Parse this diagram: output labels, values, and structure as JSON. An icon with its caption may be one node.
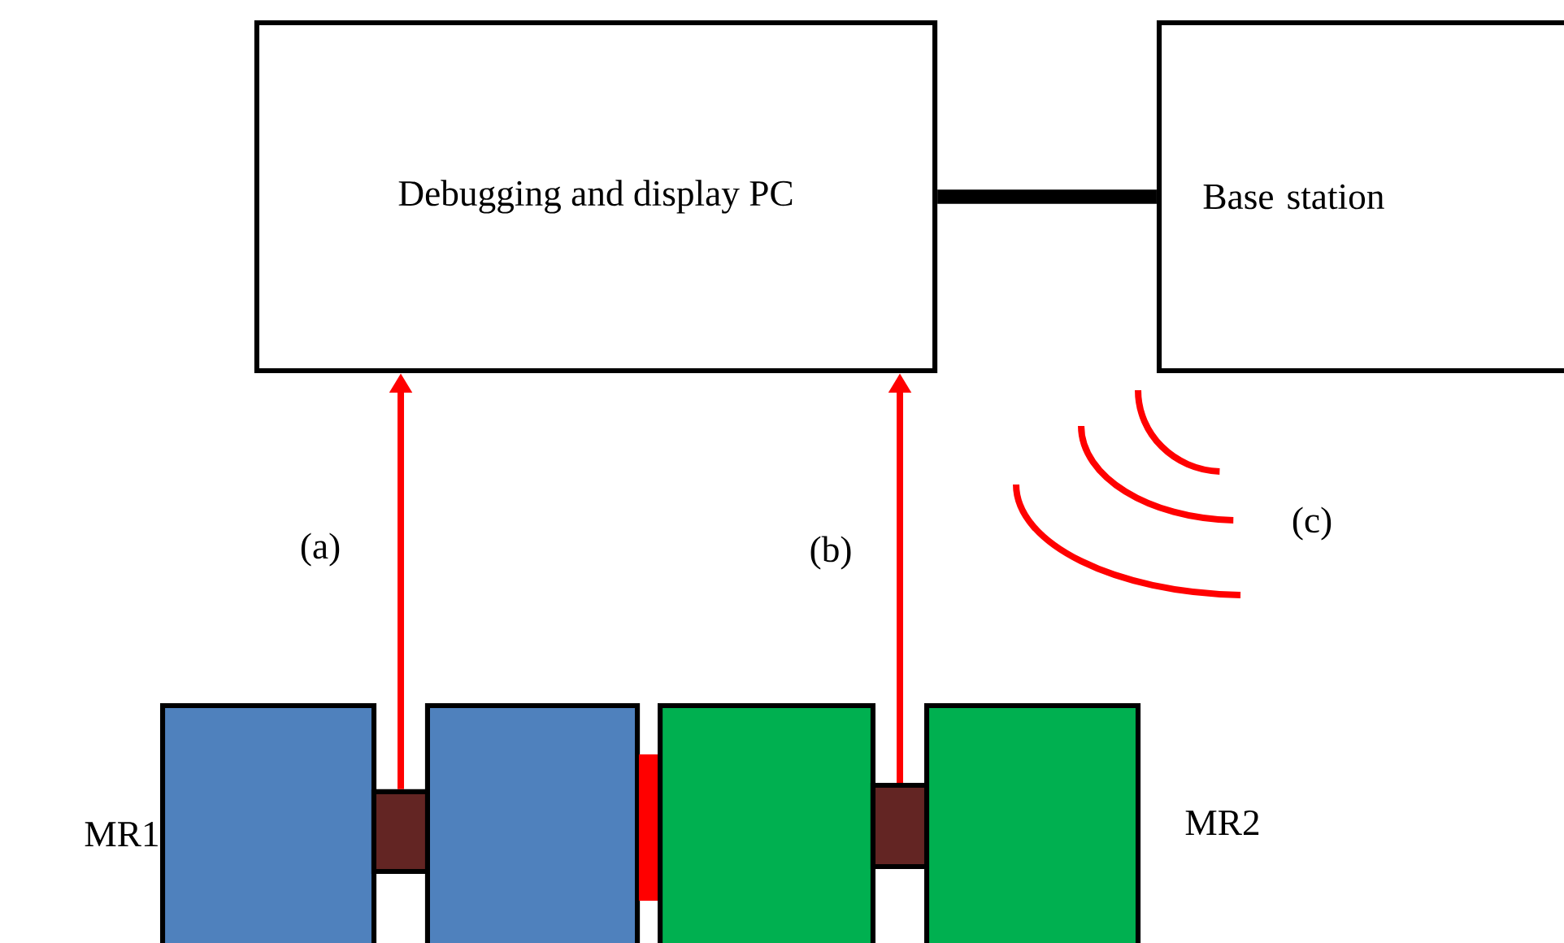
{
  "diagram": {
    "nodes": [
      {
        "text": [
          "Debugging and display PC"
        ]
      },
      {
        "text": [
          "Base station"
        ]
      },
      {
        "text": [],
        "shape": "box",
        "beside": [
          "MR1"
        ]
      },
      {
        "text": [],
        "shape": "box"
      },
      {
        "text": [],
        "shape": "box"
      },
      {
        "text": [],
        "shape": "bar"
      },
      {
        "text": [],
        "shape": "box"
      },
      {
        "text": [],
        "shape": "box"
      },
      {
        "text": [],
        "shape": "box",
        "beside": [
          "MR2"
        ]
      }
    ],
    "edges": [
      {
        "from": 0,
        "to": 1,
        "arrow": "none",
        "style": "thick",
        "color": "#000000"
      },
      {
        "from": 3,
        "to": 0,
        "arrow": "to",
        "label": "(a)"
      },
      {
        "from": 7,
        "to": 0,
        "arrow": "to",
        "label": "(b)"
      }
    ],
    "labels": [
      "(c)"
    ]
  }
}
